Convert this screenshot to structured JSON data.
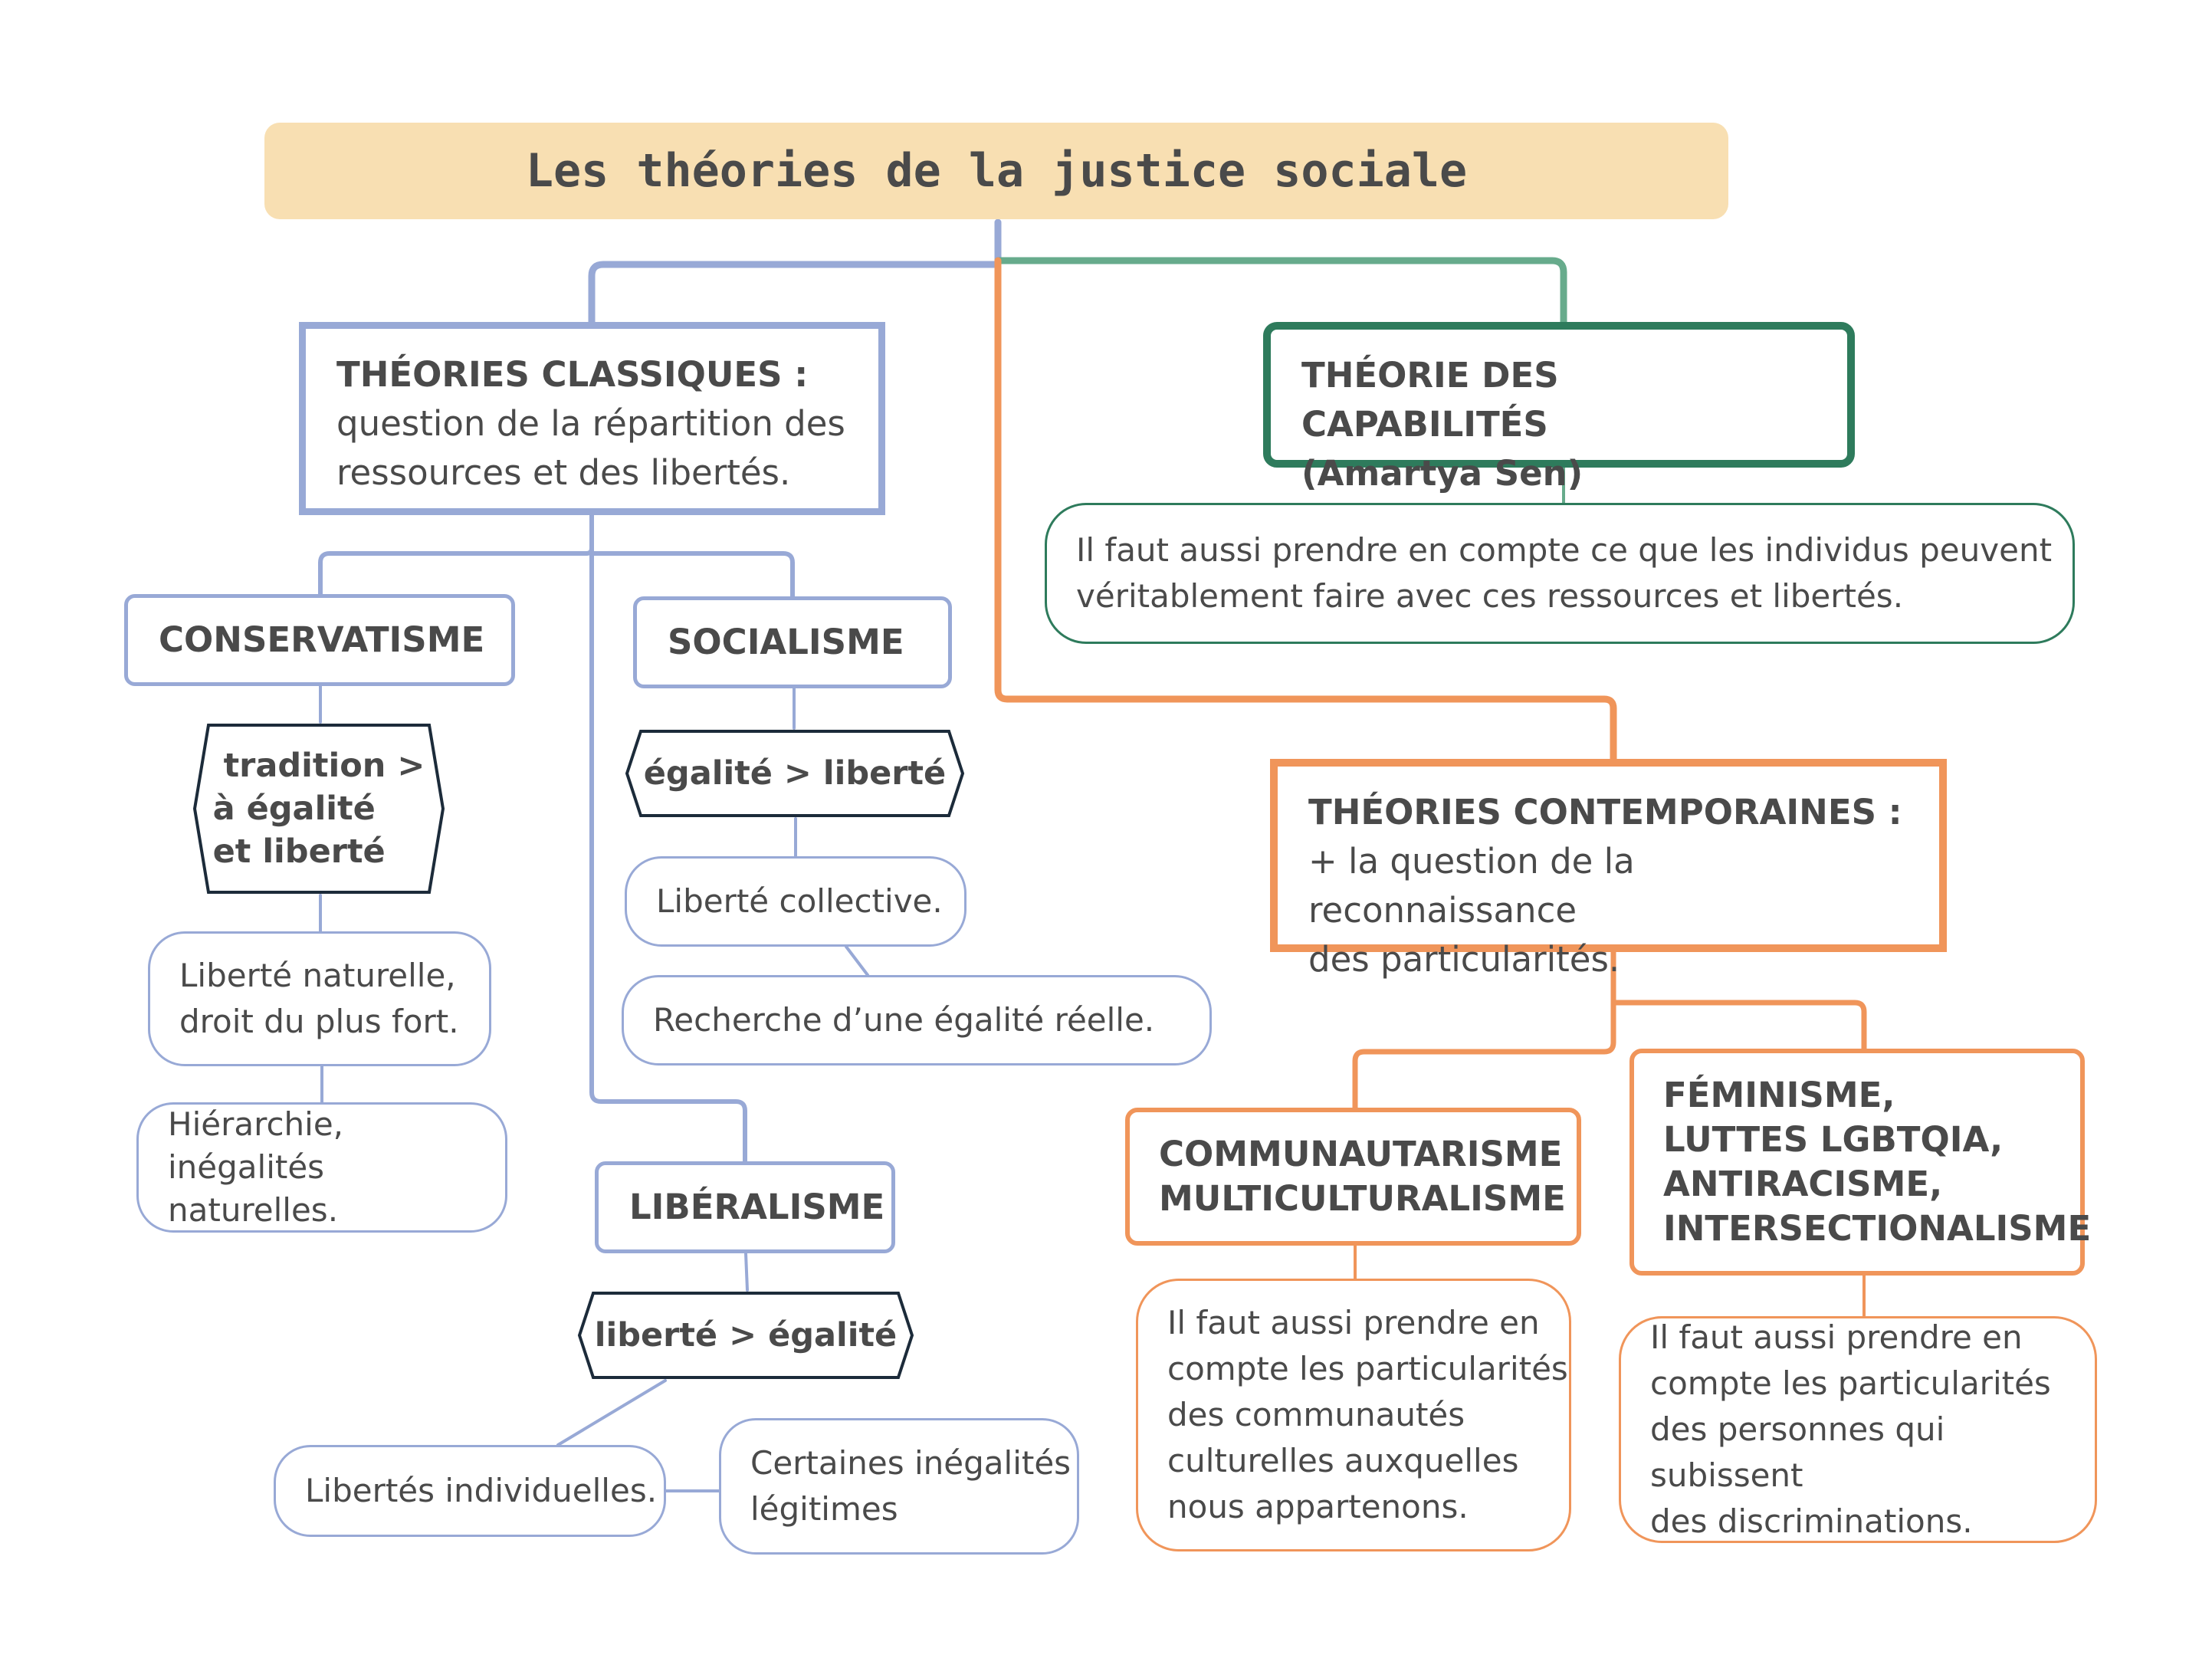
{
  "title": "Les théories de la justice sociale",
  "colors": {
    "classic": "#98a9d6",
    "capabilities": "#2e7b5c",
    "contemporary": "#f0955a",
    "title_bg": "#f8dfb2",
    "hex_border": "#1c2b3a"
  },
  "classic": {
    "head": "THÉORIES CLASSIQUES :",
    "lines": [
      "question de la répartition des",
      "ressources et des libertés."
    ],
    "conservatism": {
      "label": "CONSERVATISME",
      "principle": [
        "tradition >",
        "à égalité",
        "et liberté"
      ],
      "notes": [
        [
          "Liberté naturelle,",
          "droit du plus fort."
        ],
        [
          "Hiérarchie, inégalités",
          "naturelles."
        ]
      ]
    },
    "socialism": {
      "label": "SOCIALISME",
      "principle": "égalité > liberté",
      "notes": [
        "Liberté collective.",
        "Recherche d’une égalité réelle."
      ]
    },
    "liberalism": {
      "label": "LIBÉRALISME",
      "principle": "liberté > égalité",
      "notes": [
        "Libertés individuelles.",
        [
          "Certaines inégalités",
          "légitimes"
        ]
      ]
    }
  },
  "capabilities": {
    "head": [
      "THÉORIE DES CAPABILITÉS",
      "(Amartya Sen)"
    ],
    "note": [
      "Il faut aussi prendre en compte ce que les individus peuvent",
      "véritablement faire avec ces ressources et libertés."
    ]
  },
  "contemporary": {
    "head": "THÉORIES CONTEMPORAINES :",
    "lines": [
      "+ la question de la reconnaissance",
      "des particularités."
    ],
    "communitarianism": {
      "label": [
        "COMMUNAUTARISME",
        "MULTICULTURALISME"
      ],
      "note": [
        "Il faut aussi prendre en",
        "compte les particularités",
        "des communautés",
        "culturelles auxquelles",
        "nous appartenons."
      ]
    },
    "feminism": {
      "label": [
        "FÉMINISME,",
        "LUTTES LGBTQIA,",
        "ANTIRACISME,",
        "INTERSECTIONALISME"
      ],
      "note": [
        "Il faut aussi prendre en",
        "compte les particularités",
        "des personnes qui subissent",
        "des discriminations."
      ]
    }
  }
}
